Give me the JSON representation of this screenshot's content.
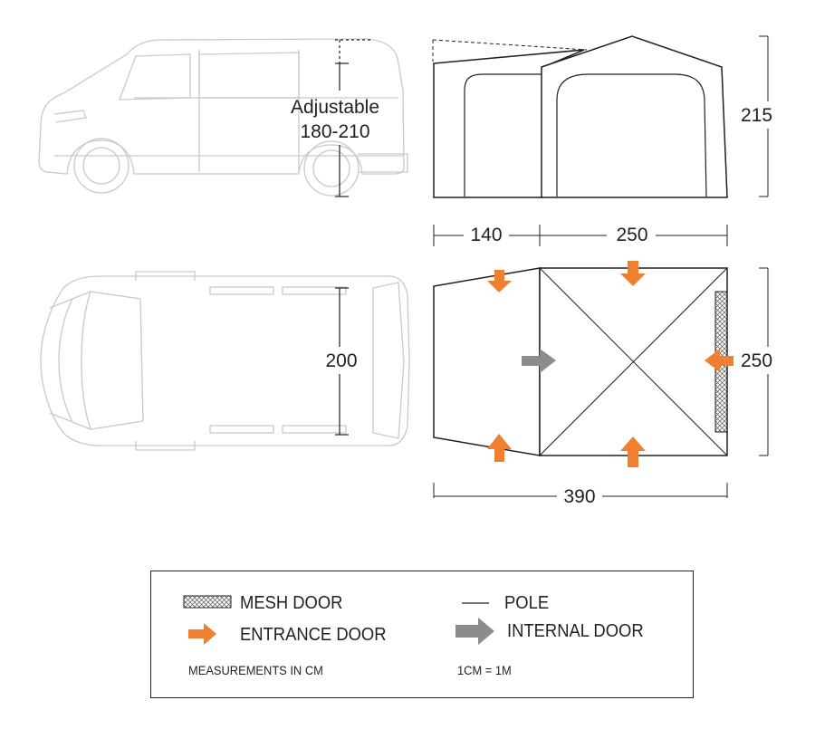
{
  "dimensions": {
    "van_height_line1": "Adjustable",
    "van_height_line2": "180-210",
    "tent_height": "215",
    "porch_depth": "140",
    "main_depth": "250",
    "van_width": "200",
    "tent_width": "250",
    "total_depth": "390"
  },
  "legend": {
    "mesh_door": "MESH DOOR",
    "pole": "POLE",
    "entrance_door": "ENTRANCE DOOR",
    "internal_door": "INTERNAL DOOR",
    "measurements_note": "MEASUREMENTS IN CM",
    "scale_note": "1CM = 1M"
  },
  "colors": {
    "outline": "#231f20",
    "van_outline": "#c9c9c9",
    "entrance_arrow": "#f07f2f",
    "internal_arrow": "#8c8c8c",
    "tent_fill": "#ffffff"
  },
  "icons": {
    "mesh": "mesh-door-icon",
    "pole": "pole-line-icon",
    "entrance": "orange-arrow-icon",
    "internal": "grey-arrow-icon"
  }
}
